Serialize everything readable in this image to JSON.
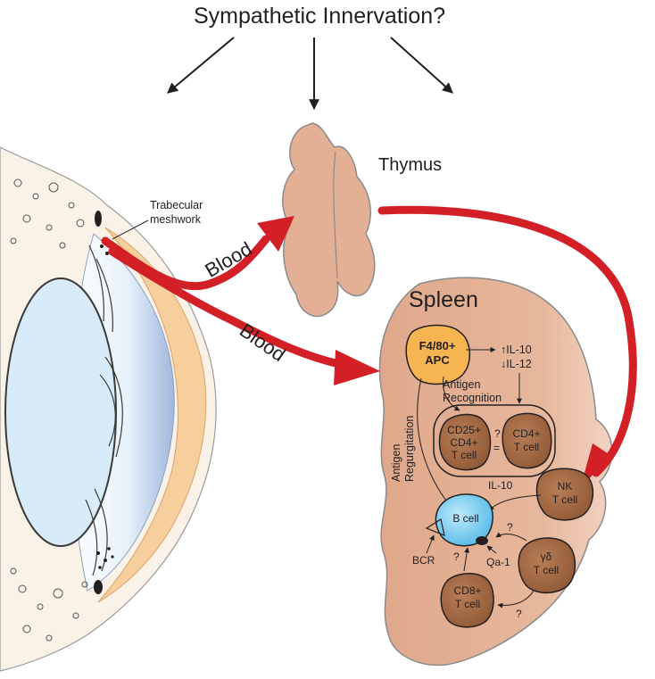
{
  "title": "Sympathetic Innervation?",
  "organs": {
    "thymus": "Thymus",
    "spleen": "Spleen",
    "trabecular": [
      "Trabecular",
      "meshwork"
    ]
  },
  "flows": {
    "blood_upper": "Blood",
    "blood_lower": "Blood"
  },
  "cells": {
    "apc": [
      "F4/80+",
      "APC"
    ],
    "treg": [
      "CD25+",
      "CD4+",
      "T cell"
    ],
    "cd4": [
      "CD4+",
      "T cell"
    ],
    "nk": [
      "NK",
      "T cell"
    ],
    "bcell": "B cell",
    "gd": [
      "γδ",
      "T cell"
    ],
    "cd8": [
      "CD8+",
      "T cell"
    ]
  },
  "labels": {
    "il10_up": "↑IL-10",
    "il12_down": "↓IL-12",
    "antigen_recognition": [
      "Antigen",
      "Recognition"
    ],
    "antigen_regurgitation": [
      "Antigen",
      "Regurgitation"
    ],
    "question": "?",
    "equals": "=",
    "il10": "IL-10",
    "bcr": "BCR",
    "qa1": "Qa-1"
  },
  "colors": {
    "organ_fill": "#e4b095",
    "organ_stroke": "#8a8a8a",
    "blood_arrow": "#d32027",
    "cell_brown": "#a86a45",
    "apc_fill": "#f7b552",
    "bcell_fill": "#7fd0f2",
    "lens_fill": "#d7ecf8",
    "sclera_fill": "#f6cf9c"
  }
}
